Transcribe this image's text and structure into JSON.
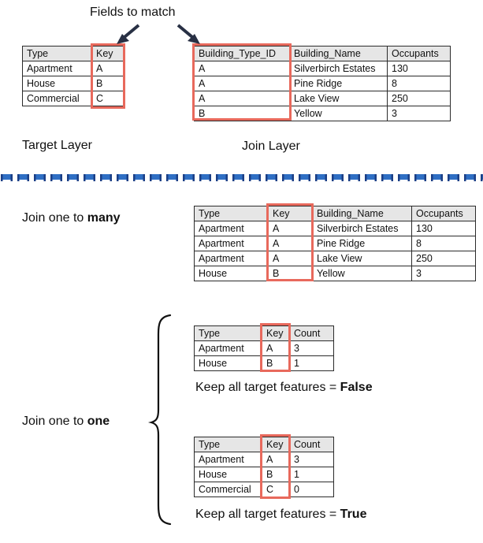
{
  "labels": {
    "fields_to_match": "Fields to match",
    "target_layer": "Target Layer",
    "join_layer": "Join Layer",
    "join_one_to_many_prefix": "Join one to ",
    "join_one_to_many_strong": "many",
    "join_one_to_one_prefix": "Join one to ",
    "join_one_to_one_strong": "one",
    "keep_all_prefix": "Keep all target features = ",
    "keep_all_false": "False",
    "keep_all_true": "True"
  },
  "colors": {
    "highlight_red": "#e8695c",
    "header_grey": "#e6e6e6",
    "border_dark": "#2b2b2b",
    "arrow_navy": "#283044",
    "divider_blue": "#2f6fc4",
    "divider_blue_dark": "#1b3f86",
    "text": "#111111"
  },
  "target_table": {
    "headers": [
      "Type",
      "Key"
    ],
    "rows": [
      [
        "Apartment",
        "A"
      ],
      [
        "House",
        "B"
      ],
      [
        "Commercial",
        "C"
      ]
    ],
    "highlight_column": "Key"
  },
  "join_table": {
    "headers": [
      "Building_Type_ID",
      "Building_Name",
      "Occupants"
    ],
    "rows": [
      [
        "A",
        "Silverbirch Estates",
        "130"
      ],
      [
        "A",
        "Pine Ridge",
        "8"
      ],
      [
        "A",
        "Lake View",
        "250"
      ],
      [
        "B",
        "Yellow",
        "3"
      ]
    ],
    "highlight_column": "Building_Type_ID"
  },
  "one_to_many_table": {
    "headers": [
      "Type",
      "Key",
      "Building_Name",
      "Occupants"
    ],
    "rows": [
      [
        "Apartment",
        "A",
        "Silverbirch Estates",
        "130"
      ],
      [
        "Apartment",
        "A",
        "Pine Ridge",
        "8"
      ],
      [
        "Apartment",
        "A",
        "Lake View",
        "250"
      ],
      [
        "House",
        "B",
        "Yellow",
        "3"
      ]
    ],
    "highlight_column": "Key"
  },
  "one_to_one_false_table": {
    "headers": [
      "Type",
      "Key",
      "Count"
    ],
    "rows": [
      [
        "Apartment",
        "A",
        "3"
      ],
      [
        "House",
        "B",
        "1"
      ]
    ],
    "highlight_column": "Key"
  },
  "one_to_one_true_table": {
    "headers": [
      "Type",
      "Key",
      "Count"
    ],
    "rows": [
      [
        "Apartment",
        "A",
        "3"
      ],
      [
        "House",
        "B",
        "1"
      ],
      [
        "Commercial",
        "C",
        "0"
      ]
    ],
    "highlight_column": "Key"
  },
  "icons": {
    "arrow_left": "arrow-down-left-icon",
    "arrow_right": "arrow-down-right-icon",
    "brace": "curly-brace-icon",
    "divider": "dashed-divider-icon"
  }
}
